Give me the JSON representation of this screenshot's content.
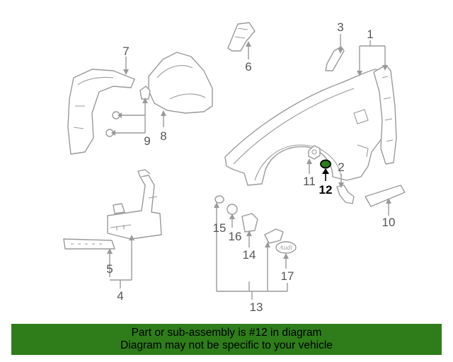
{
  "callouts": {
    "c1": "1",
    "c2": "2",
    "c3": "3",
    "c4": "4",
    "c5": "5",
    "c6": "6",
    "c7": "7",
    "c8": "8",
    "c9": "9",
    "c10": "10",
    "c11": "11",
    "c12": "12",
    "c13": "13",
    "c14": "14",
    "c15": "15",
    "c16": "16",
    "c17": "17"
  },
  "emblem_text": "Audi",
  "highlighted_part": "12",
  "banner": {
    "line1": "Part or sub-assembly is #12 in diagram",
    "line2": "Diagram may not be specific to your vehicle"
  },
  "colors": {
    "banner_bg": "#2e7d1a",
    "highlight": "#2e7d1a",
    "line": "#9a9a9a"
  }
}
